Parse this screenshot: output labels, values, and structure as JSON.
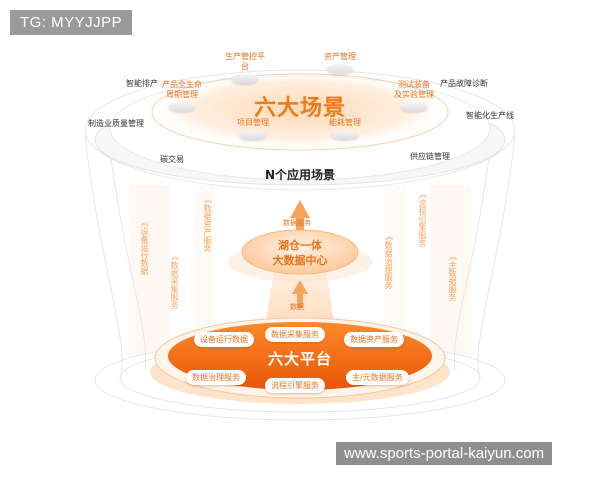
{
  "watermark": {
    "tag": "TG: MYYJJPP",
    "site": "www.sports-portal-kaiyun.com"
  },
  "top": {
    "title": "六大场景",
    "n_scenes": "N个应用场景",
    "items": {
      "platform": "生产管控平台",
      "asset": "资产管理",
      "lifecycle_1": "产品全生命",
      "lifecycle_2": "周期管理",
      "test_1": "测试装备",
      "test_2": "及实验管理",
      "project": "项目管理",
      "energy": "能耗管理"
    },
    "outer": {
      "smart_schedule": "智能排产",
      "fault": "产品故障诊断",
      "quality": "制造业质量管理",
      "smart_line": "智能化生产线",
      "carbon": "碳交易",
      "supply": "供应链管理"
    }
  },
  "columns": {
    "device_ops": "设备运行数据",
    "collect": "数据采集服务",
    "asset_svc": "数据资产服务",
    "govern": "数据治理服务",
    "process": "流程引擎服务",
    "master": "主数据服务",
    "data_service": "数据服务"
  },
  "lake": {
    "line1": "湖仓一体",
    "line2": "大数据中心",
    "data_label": "数据"
  },
  "platform": {
    "title": "六大平台",
    "pills": {
      "device": "设备运行数据",
      "collect": "数据采集服务",
      "asset": "数据资产服务",
      "govern": "数据治理服务",
      "process": "流程引擎服务",
      "master": "主/元数据服务"
    }
  },
  "colors": {
    "accent": "#f07a1a",
    "platform": "#f26a12",
    "ring": "#e0e0e0"
  }
}
